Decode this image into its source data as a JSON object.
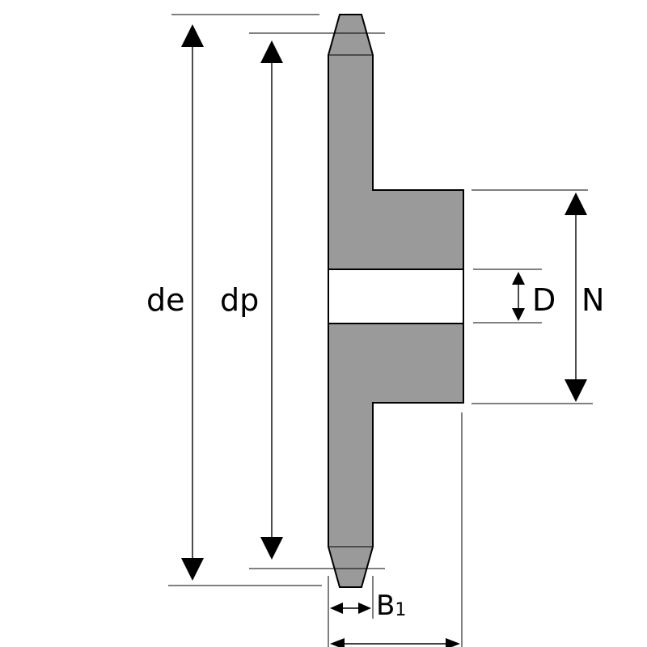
{
  "labels": {
    "de": "de",
    "dp": "dp",
    "D": "D",
    "N": "N",
    "B1_main": "B",
    "B1_sub": "1"
  },
  "colors": {
    "part_fill": "#9a9a9a",
    "outline": "#000000",
    "bore_fill": "#ffffff"
  }
}
